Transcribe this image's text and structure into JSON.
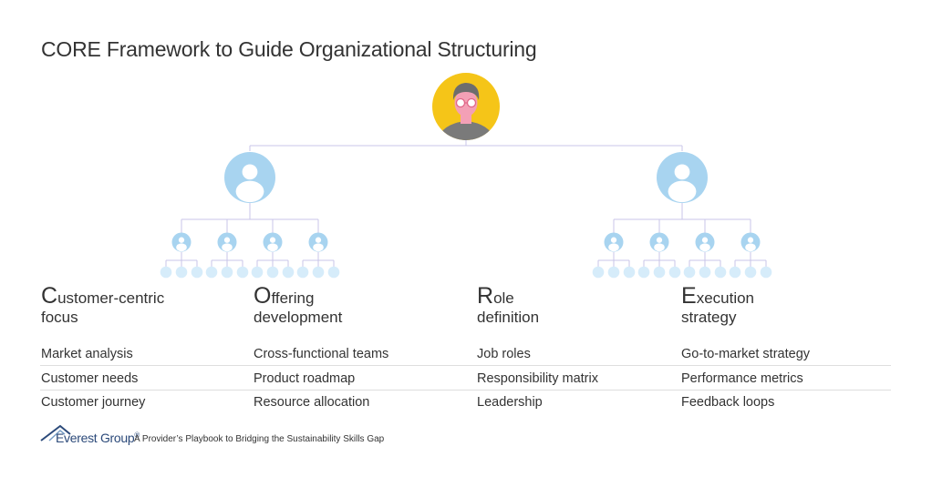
{
  "title": "CORE Framework to Guide Organizational Structuring",
  "icons": {
    "top": "leader-avatar-icon",
    "mid": "person-icon",
    "small": "person-icon",
    "dot": "dot-node"
  },
  "colors": {
    "leader_bg": "#f5c518",
    "person_light": "#a8d4f0",
    "connector": "#c9c5e8",
    "dot": "#d6ecfa"
  },
  "columns": [
    {
      "initial": "C",
      "rest": "ustomer-centric",
      "line2": "focus",
      "items": [
        "Market analysis",
        "Customer needs",
        "Customer journey"
      ]
    },
    {
      "initial": "O",
      "rest": "ffering",
      "line2": "development",
      "items": [
        "Cross-functional teams",
        "Product roadmap",
        "Resource allocation"
      ]
    },
    {
      "initial": "R",
      "rest": "ole",
      "line2": "definition",
      "items": [
        "Job roles",
        "Responsibility matrix",
        "Leadership"
      ]
    },
    {
      "initial": "E",
      "rest": "xecution",
      "line2": "strategy",
      "items": [
        "Go-to-market strategy",
        "Performance metrics",
        "Feedback loops"
      ]
    }
  ],
  "footer": {
    "brand": "Everest Group",
    "registered": "®",
    "subtitle": "A Provider’s Playbook to Bridging the Sustainability Skills Gap"
  }
}
